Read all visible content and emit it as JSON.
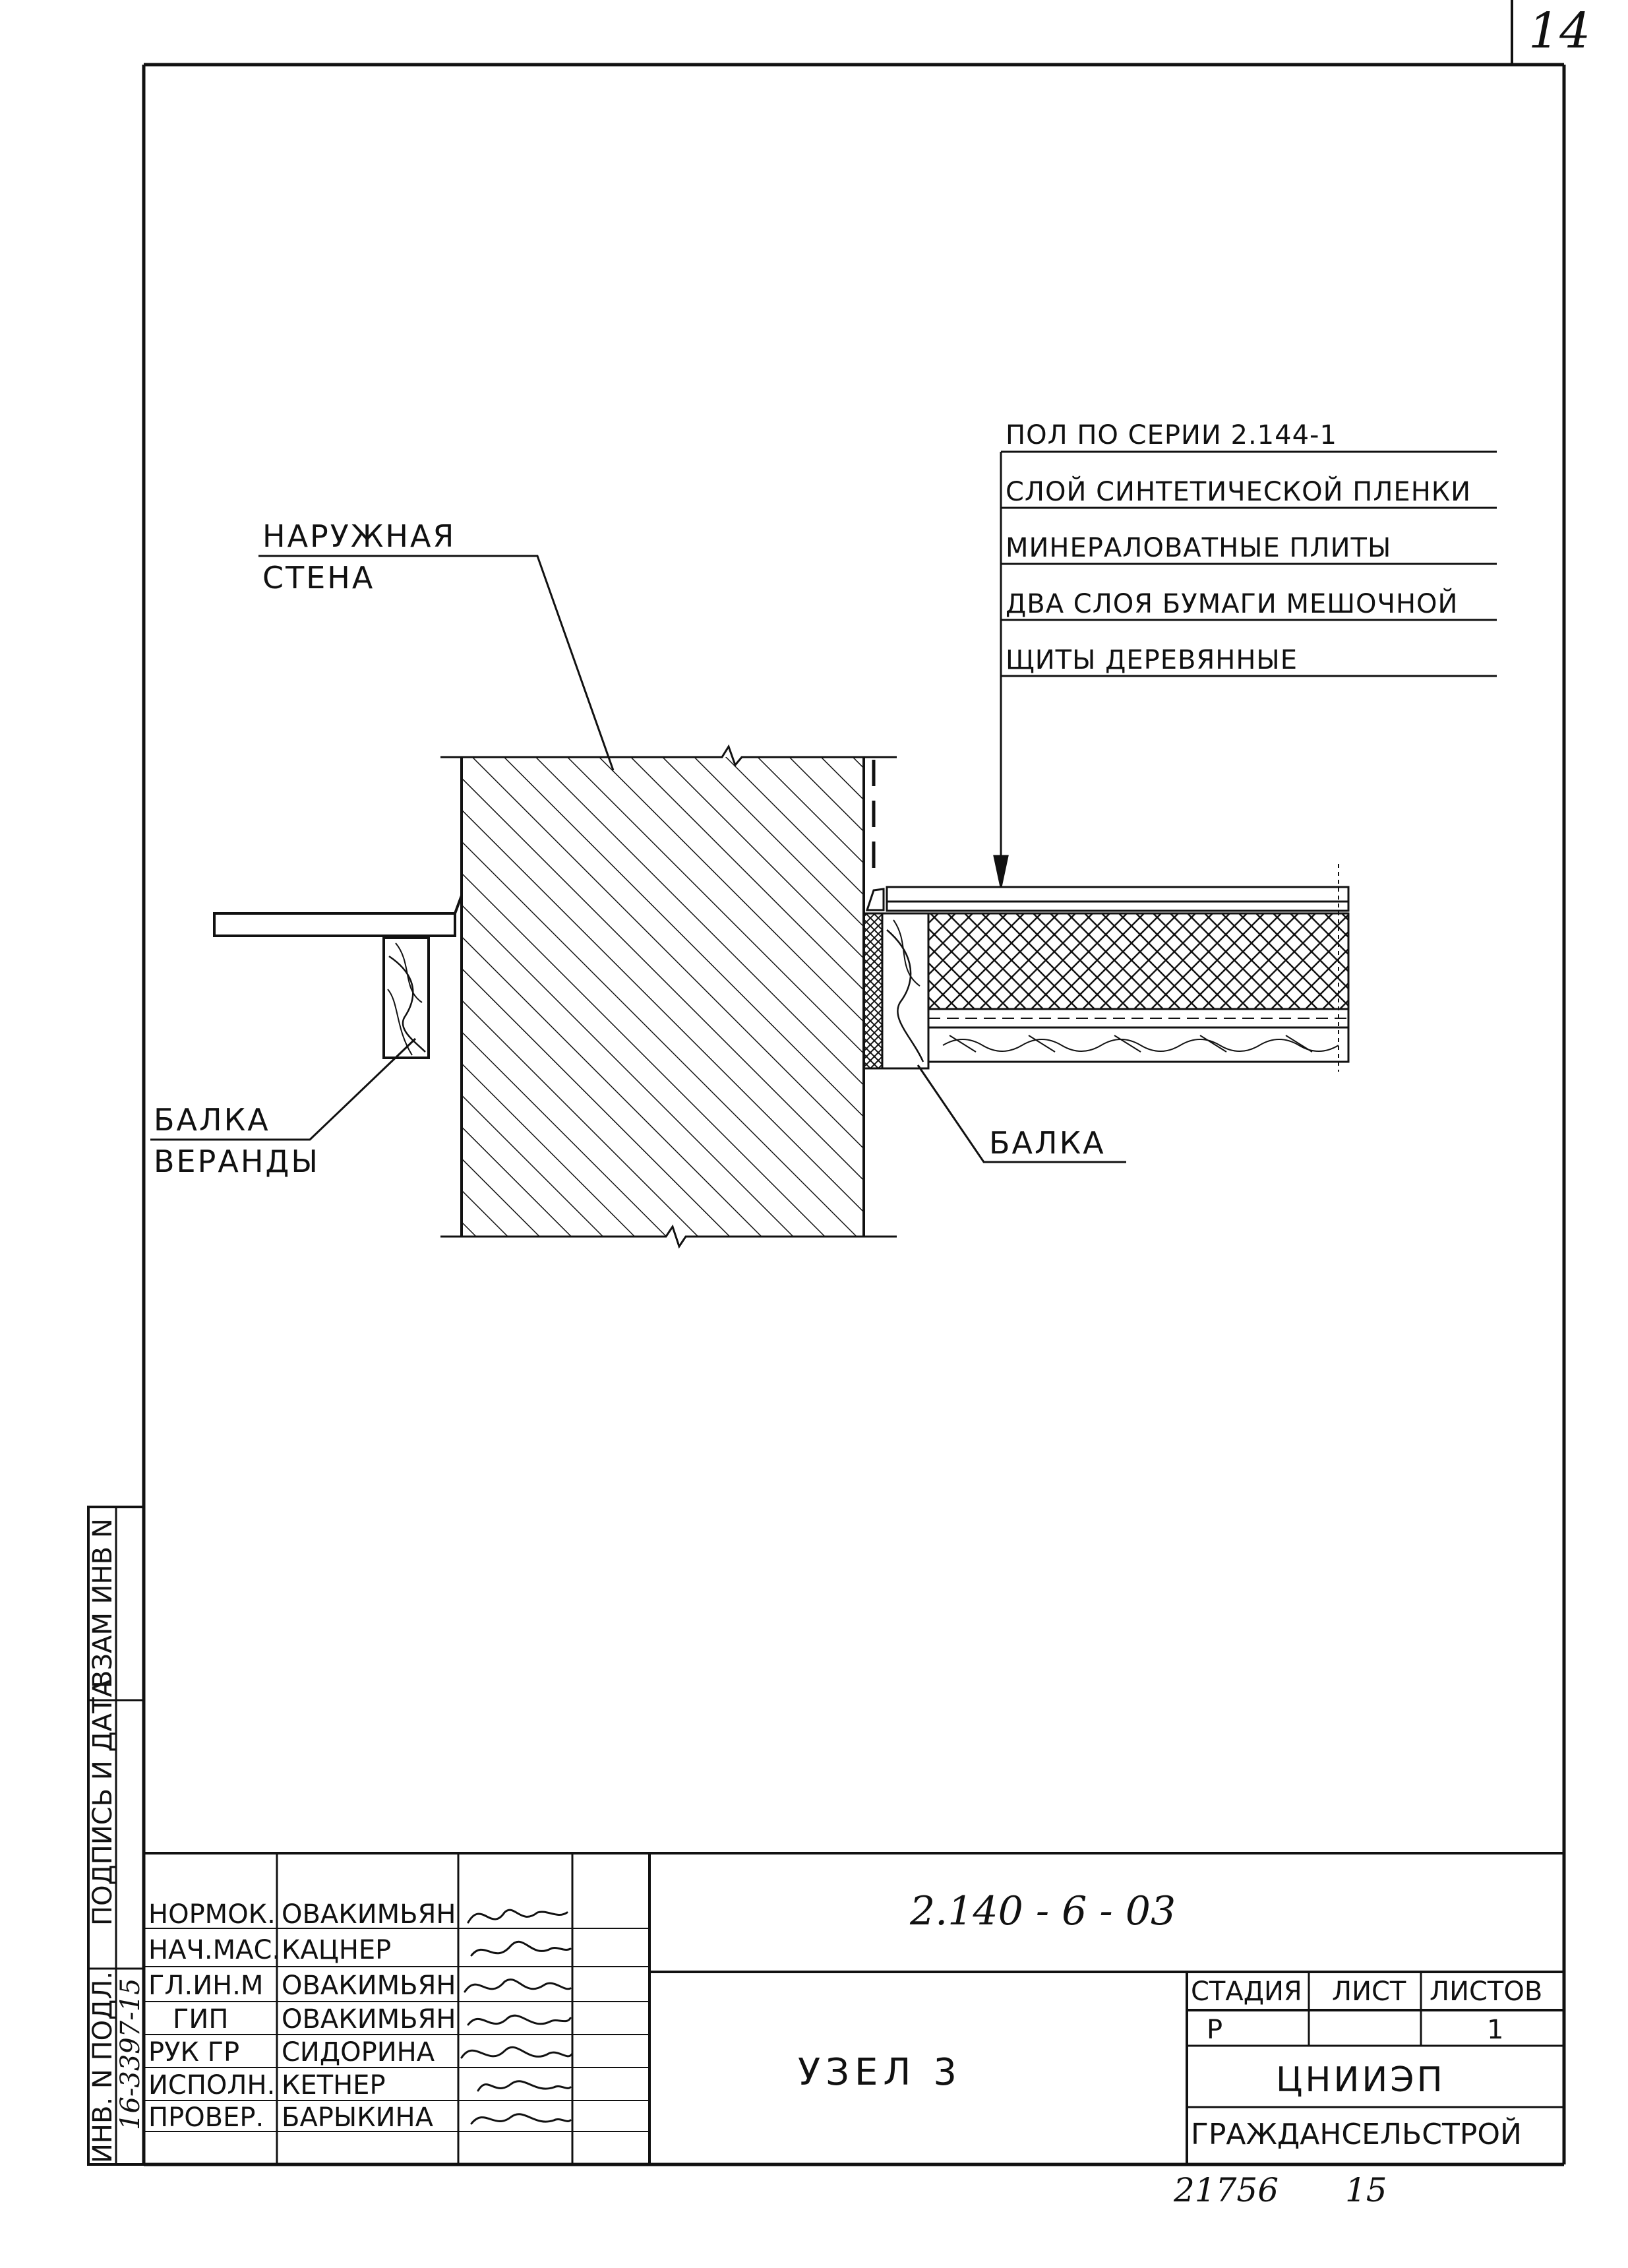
{
  "sheet_number": "14",
  "drawing": {
    "callout_layers": [
      "ПОЛ ПО СЕРИИ  2.144-1",
      "СЛОЙ  СИНТЕТИЧЕСКОЙ ПЛЕНКИ",
      "МИНЕРАЛОВАТНЫЕ ПЛИТЫ",
      "ДВА СЛОЯ БУМАГИ МЕШОЧНОЙ",
      "ЩИТЫ ДЕРЕВЯННЫЕ"
    ],
    "wall_label_line1": "НАРУЖНАЯ",
    "wall_label_line2": "СТЕНА",
    "veranda_beam_line1": "БАЛКА",
    "veranda_beam_line2": "ВЕРАНДЫ",
    "beam_label": "БАЛКА"
  },
  "side_stamp": {
    "inv_orig": "ИНВ. N ПОДЛ.",
    "inv_orig_value": "16-3397-15",
    "sign_date": "ПОДПИСЬ И ДАТА",
    "replace_inv": "ВЗАМ ИНВ N"
  },
  "title_block": {
    "roles": [
      {
        "role": "НОРМОК.",
        "name": "ОВАКИМЬЯН"
      },
      {
        "role": "НАЧ.МАС.",
        "name": "КАЦНЕР"
      },
      {
        "role": "ГЛ.ИН.М",
        "name": "ОВАКИМЬЯН"
      },
      {
        "role": "ГИП",
        "name": "ОВАКИМЬЯН"
      },
      {
        "role": "РУК ГР",
        "name": "СИДОРИНА"
      },
      {
        "role": "ИСПОЛН.",
        "name": "КЕТНЕР"
      },
      {
        "role": "ПРОВЕР.",
        "name": "БАРЫКИНА"
      }
    ],
    "designation": "2.140 - 6 - 03",
    "title": "УЗЕЛ 3",
    "stage_header": "СТАДИЯ",
    "sheet_header": "ЛИСТ",
    "sheets_header": "ЛИСТОВ",
    "stage_value": "Р",
    "sheet_value": "",
    "sheets_value": "1",
    "org_line1": "ЦНИИЭП",
    "org_line2": "ГРАЖДАНСЕЛЬСТРОЙ"
  },
  "footer": {
    "archive_number": "21756",
    "archive_sheet": "15"
  }
}
